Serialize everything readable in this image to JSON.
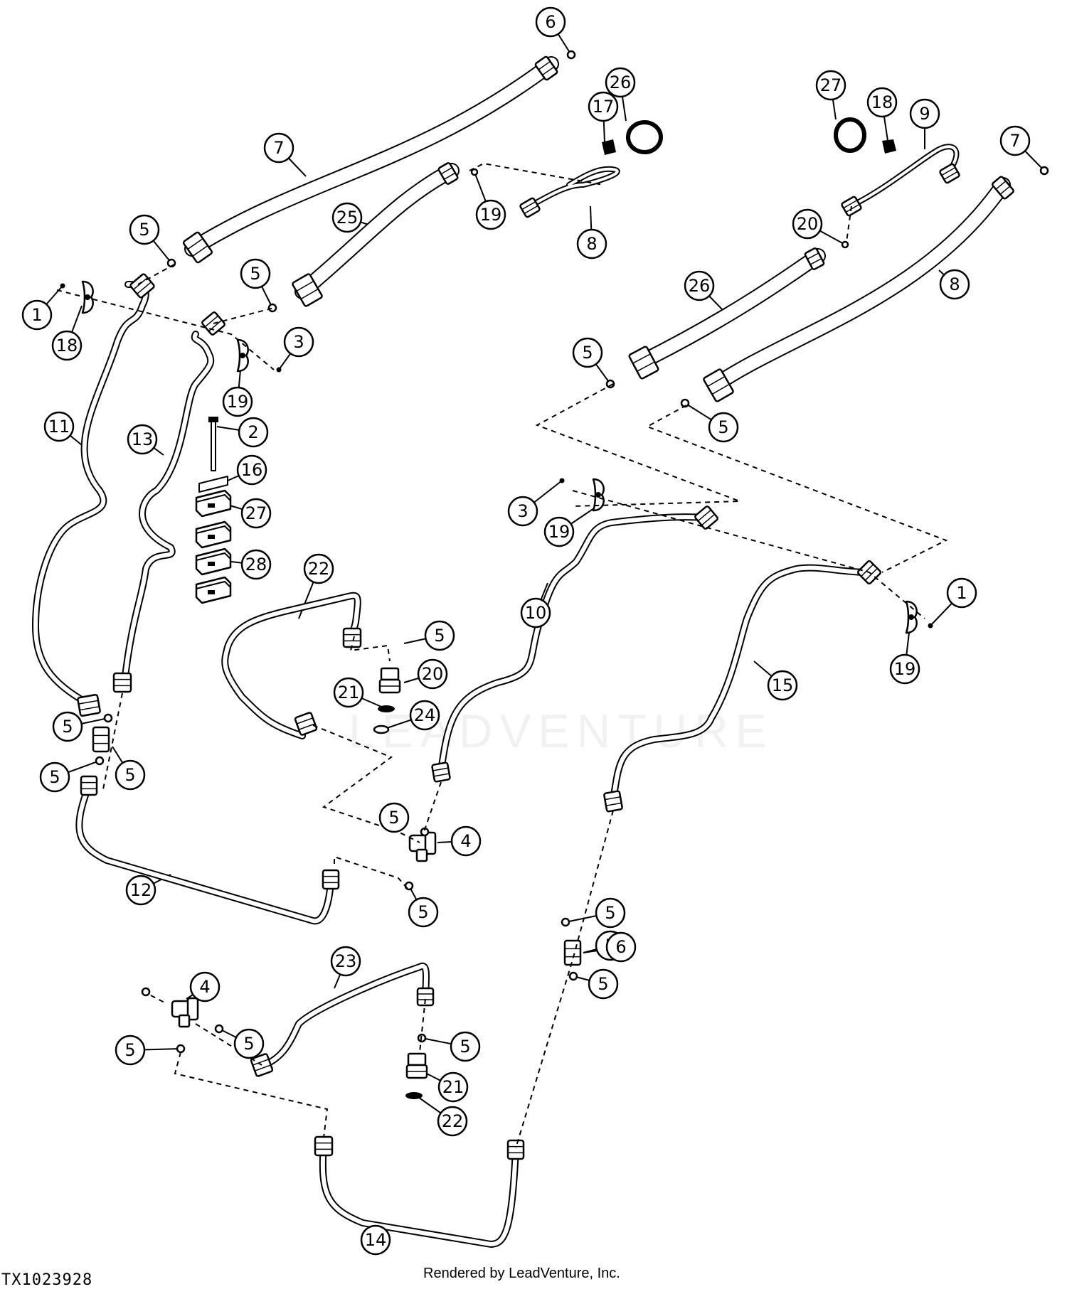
{
  "diagram": {
    "figure_id": "TX1023928",
    "credit": "Rendered by LeadVenture, Inc.",
    "watermark_text": "LEADVENTURE",
    "line_color": "#000000",
    "callouts": [
      "1",
      "1",
      "2",
      "3",
      "3",
      "4",
      "4",
      "5",
      "5",
      "5",
      "5",
      "5",
      "5",
      "5",
      "5",
      "5",
      "5",
      "5",
      "5",
      "5",
      "5",
      "5",
      "5",
      "6",
      "6",
      "7",
      "7",
      "8",
      "8",
      "9",
      "10",
      "11",
      "12",
      "13",
      "14",
      "15",
      "16",
      "17",
      "18",
      "18",
      "19",
      "19",
      "19",
      "19",
      "20",
      "20",
      "21",
      "21",
      "22",
      "22",
      "23",
      "24",
      "25",
      "26",
      "26",
      "27",
      "27",
      "28",
      "28"
    ]
  }
}
